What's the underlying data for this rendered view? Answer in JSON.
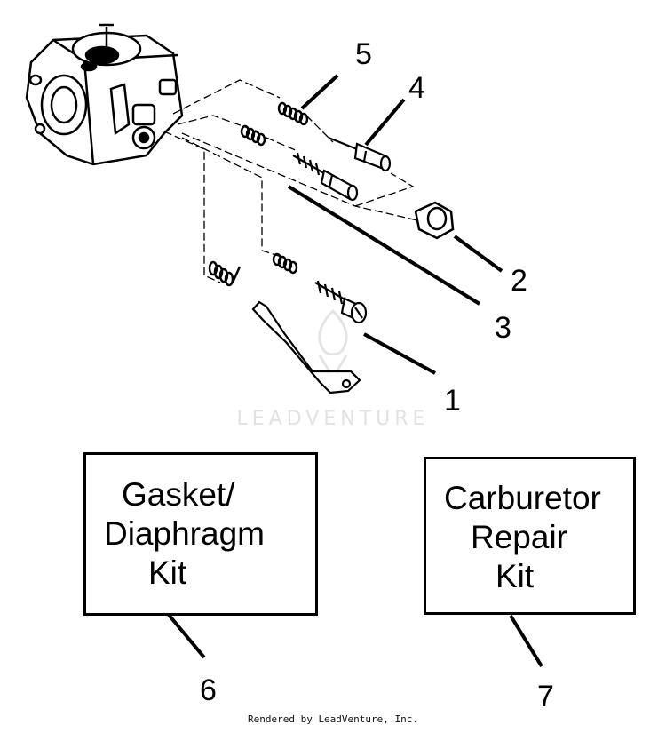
{
  "callouts": {
    "c1": "1",
    "c2": "2",
    "c3": "3",
    "c4": "4",
    "c5": "5",
    "c6": "6",
    "c7": "7"
  },
  "kit6": {
    "line1": "Gasket/",
    "line2": "Diaphragm",
    "line3": "Kit"
  },
  "kit7": {
    "line1": "Carburetor",
    "line2": "Repair",
    "line3": "Kit"
  },
  "watermark": "LEADVENTURE",
  "footer": "Rendered by LeadVenture, Inc.",
  "colors": {
    "ink": "#000000",
    "watermark": "#e2e2e2",
    "background": "#ffffff"
  }
}
